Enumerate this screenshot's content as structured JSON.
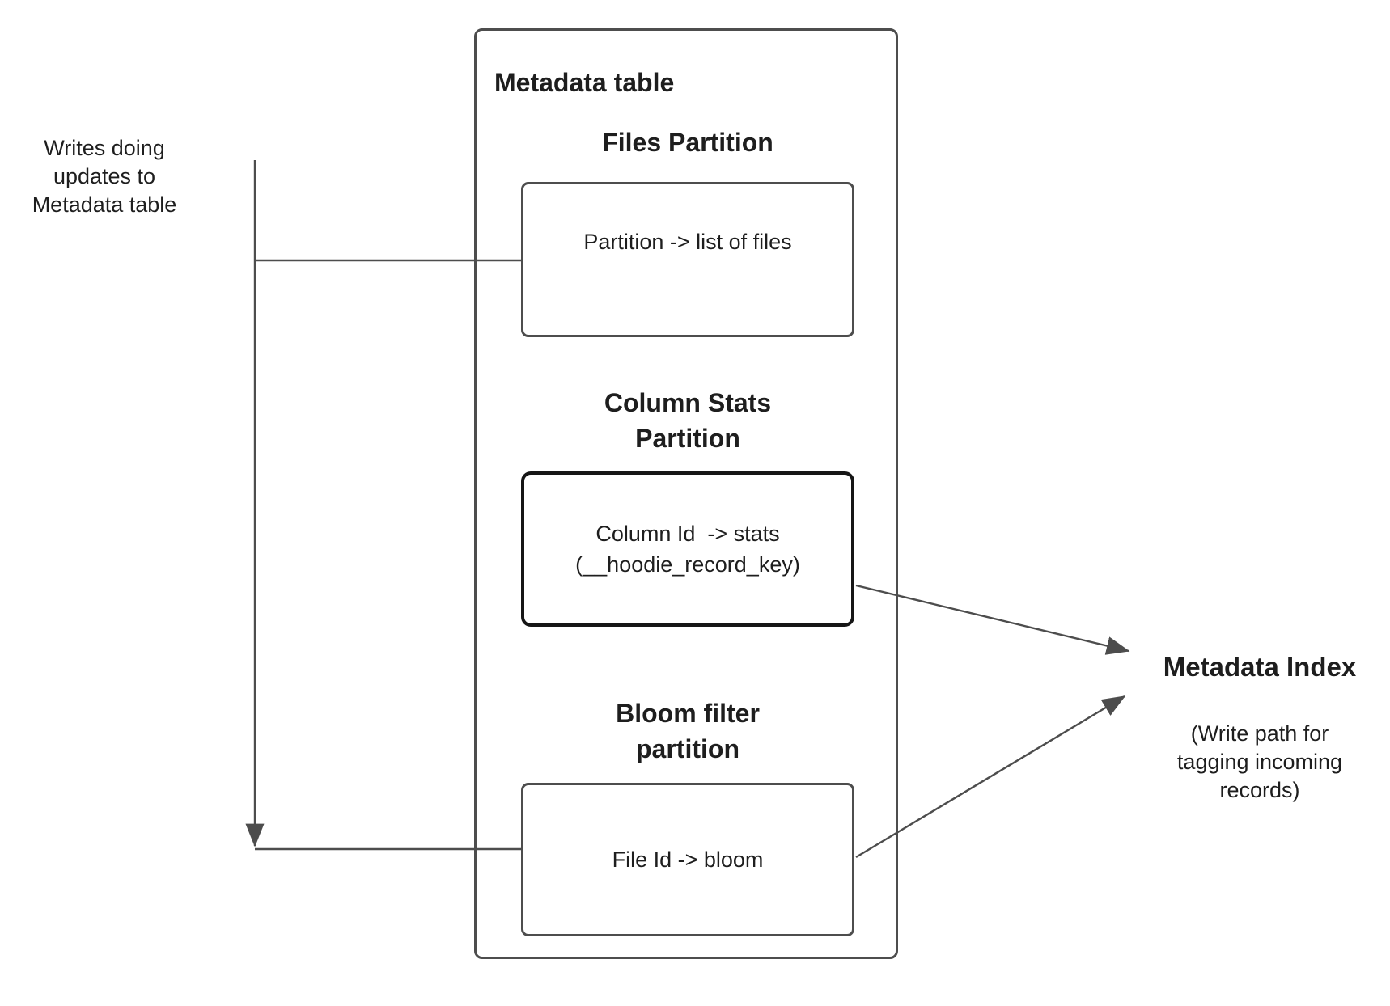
{
  "diagram": {
    "left_note": "Writes doing\nupdates to\nMetadata table",
    "table": {
      "title": "Metadata table",
      "sections": [
        {
          "heading": "Files Partition",
          "box_text": "Partition -> list of files"
        },
        {
          "heading": "Column Stats\nPartition",
          "box_text": "Column Id  -> stats\n(__hoodie_record_key)"
        },
        {
          "heading": "Bloom filter\npartition",
          "box_text": "File Id -> bloom"
        }
      ]
    },
    "index": {
      "title": "Metadata Index",
      "note": "(Write path for\ntagging incoming\nrecords)"
    }
  },
  "colors": {
    "line": "#4d4d4d",
    "box_border": "#4d4d4d",
    "stats_border": "#161616",
    "text": "#1e1e1e"
  }
}
